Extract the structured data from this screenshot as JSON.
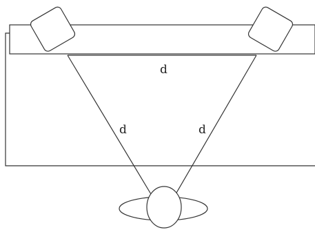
{
  "diagram": {
    "labels": {
      "top_distance": "d",
      "left_distance": "d",
      "right_distance": "d"
    },
    "colors": {
      "line": "#333333",
      "background": "#ffffff"
    }
  }
}
